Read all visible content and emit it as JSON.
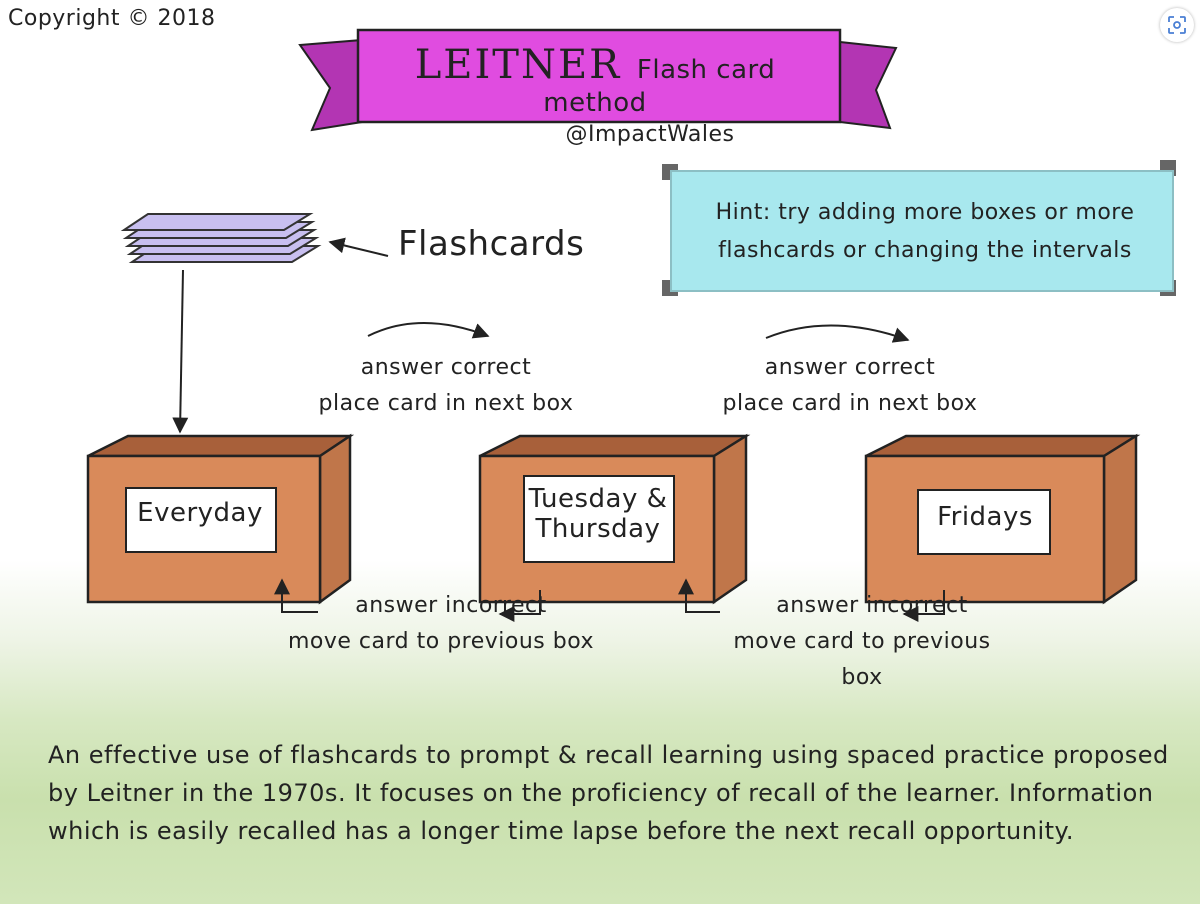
{
  "copyright": "Copyright © 2018",
  "banner": {
    "title_main": "LEITNER",
    "title_sub": "Flash card method",
    "handle": "@ImpactWales"
  },
  "hint": "Hint: try adding more boxes or more flashcards or changing the intervals",
  "flashcards_label": "Flashcards",
  "transitions": {
    "correct_1": {
      "line1": "answer correct",
      "line2": "place card in next box"
    },
    "correct_2": {
      "line1": "answer correct",
      "line2": "place card in next box"
    },
    "incorrect_1": {
      "line1": "answer incorrect",
      "line2": "move card to previous box"
    },
    "incorrect_2": {
      "line1": "answer incorrect",
      "line2": "move card to previous box"
    }
  },
  "boxes": [
    {
      "label": "Everyday"
    },
    {
      "label_line1": "Tuesday &",
      "label_line2": "Thursday"
    },
    {
      "label": "Fridays"
    }
  ],
  "description": "An effective use of flashcards to prompt & recall learning using spaced practice proposed by Leitner in the 1970s. It focuses on the proficiency of recall of the learner. Information which is easily recalled has a longer time lapse before the next recall opportunity.",
  "colors": {
    "banner": "#e04ce0",
    "banner_dark": "#a82aa8",
    "hint_bg": "#a8e8ee",
    "box_front": "#d98a5a",
    "box_inside": "#a8603a",
    "card_stack": "#c8bff0"
  }
}
